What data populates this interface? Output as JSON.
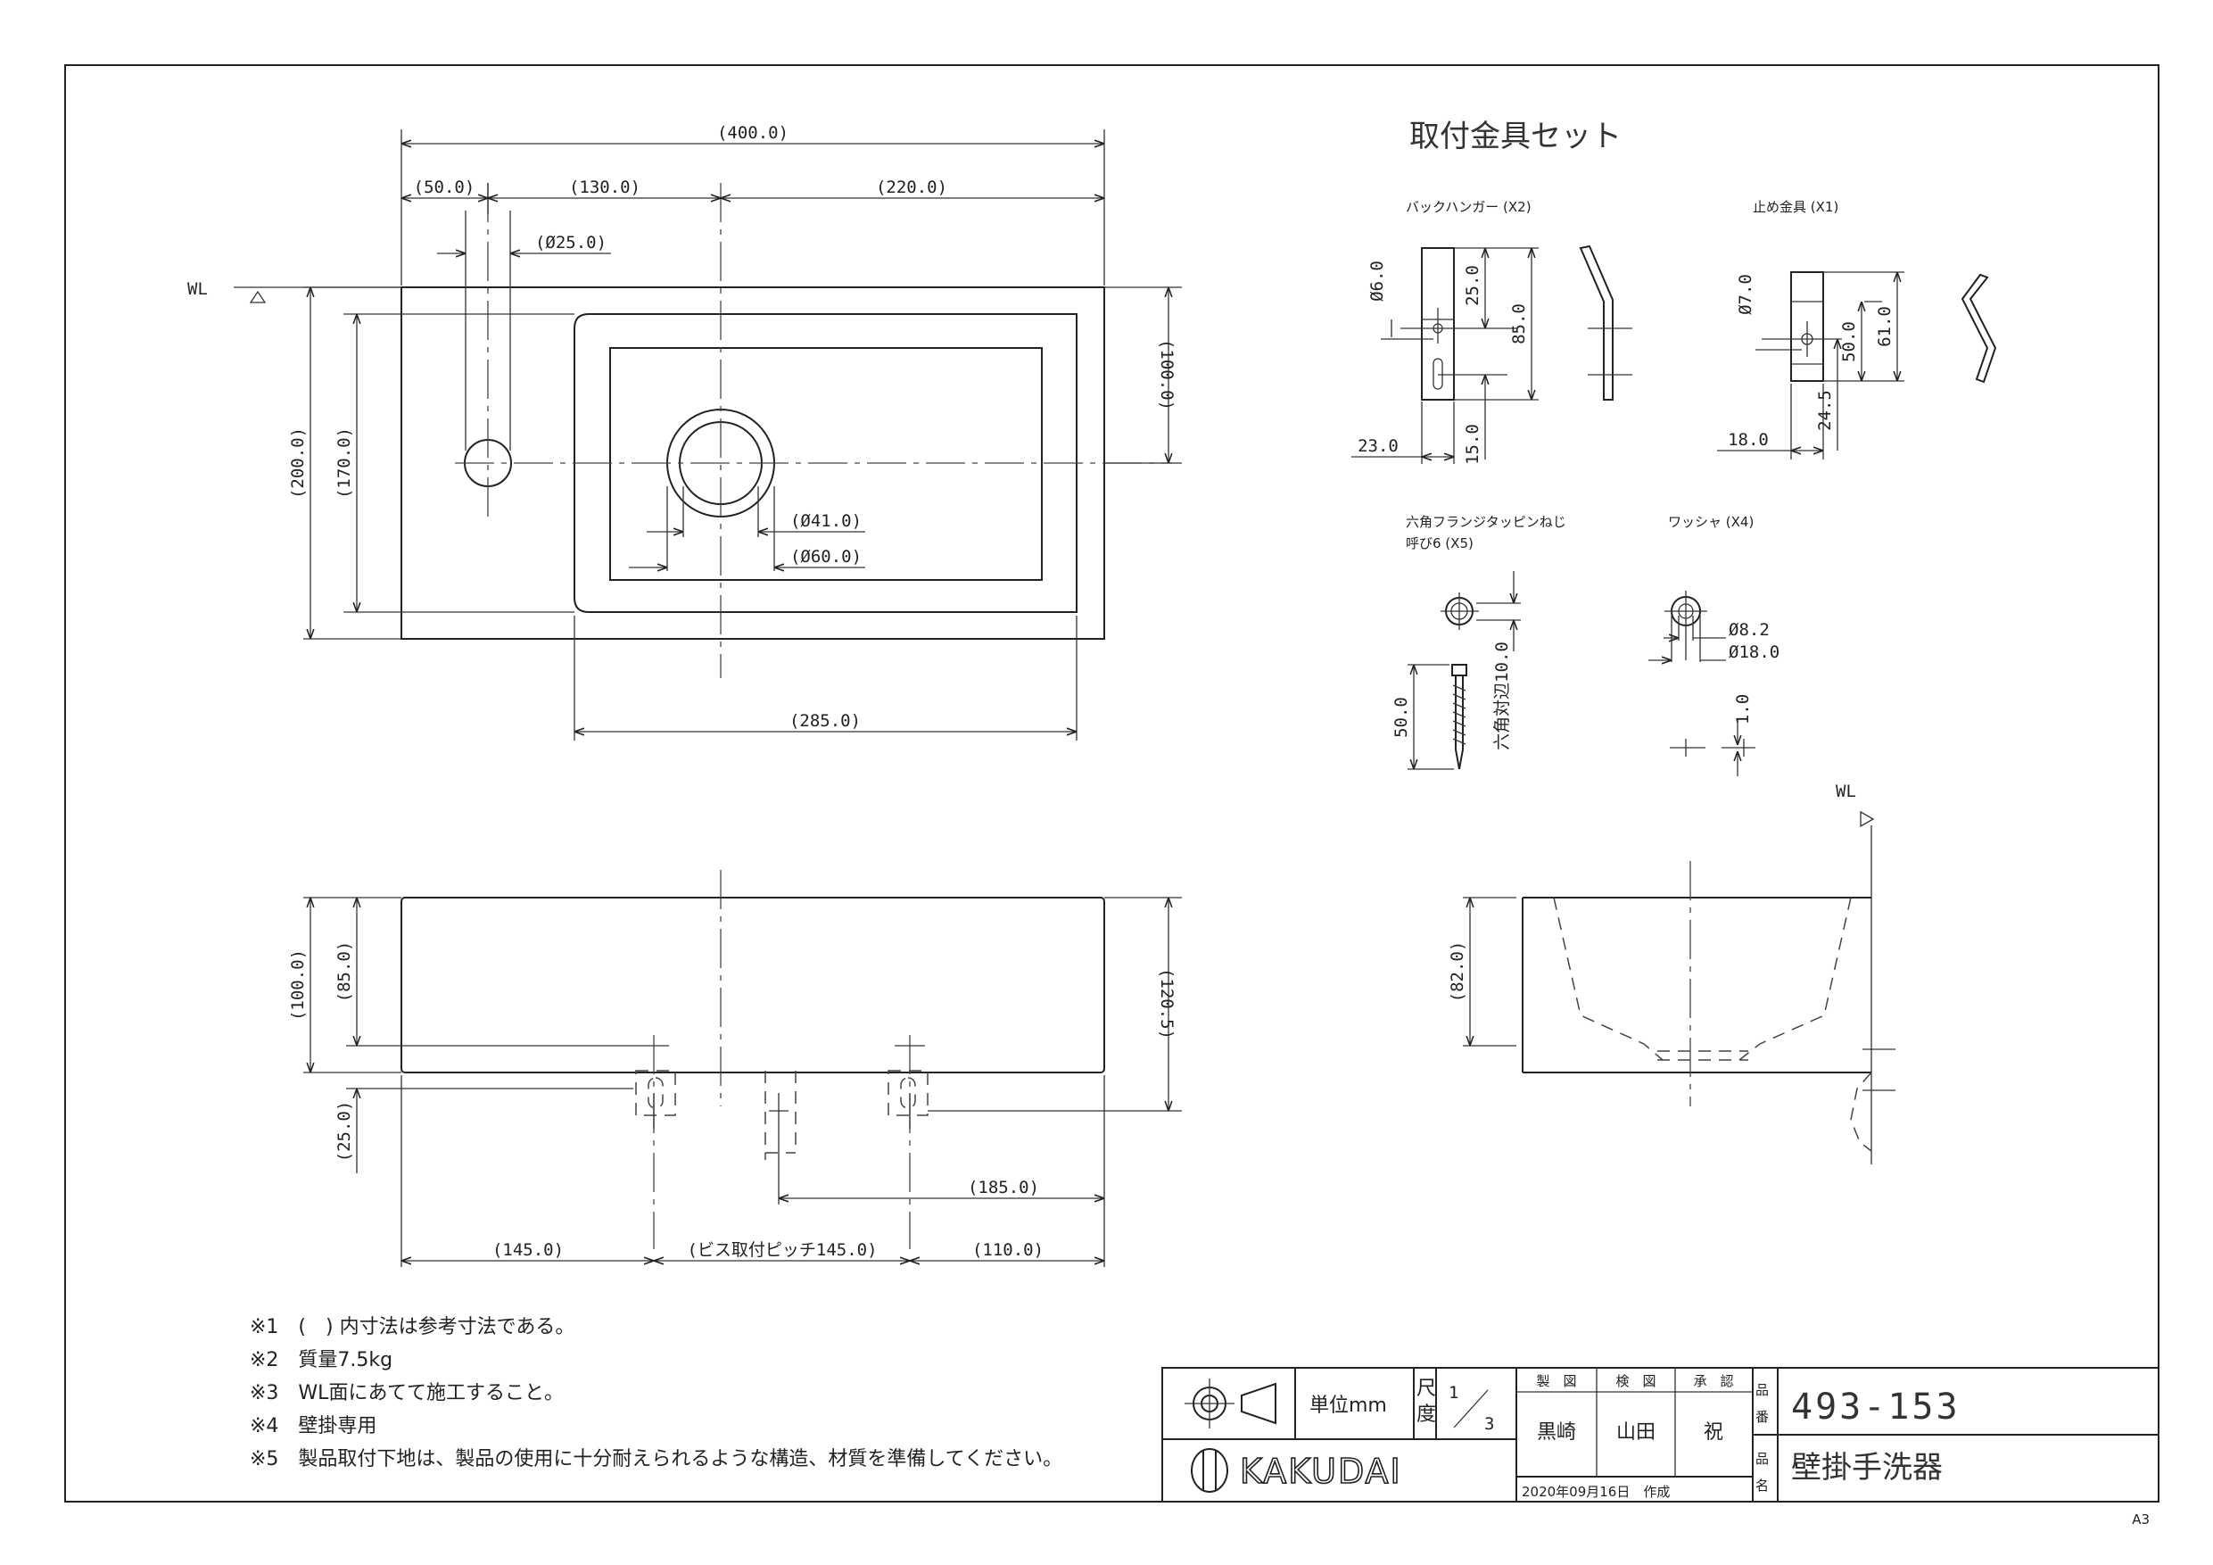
{
  "heading": "取付金具セット",
  "top_view": {
    "dims": [
      "(400.0)",
      "(50.0)",
      "(130.0)",
      "(220.0)",
      "(Ø25.0)",
      "(100.0)",
      "(200.0)",
      "(170.0)",
      "(Ø41.0)",
      "(Ø60.0)",
      "(285.0)"
    ],
    "wl": "WL"
  },
  "front_view": {
    "dims": [
      "(100.0)",
      "(85.0)",
      "(120.5)",
      "(25.0)",
      "(185.0)",
      "(145.0)",
      "(ビス取付ピッチ145.0)",
      "(110.0)"
    ]
  },
  "side_view": {
    "wl": "WL",
    "dims": [
      "(82.0)"
    ]
  },
  "parts": {
    "back_hanger": {
      "label": "バックハンガー (X2)",
      "dims": [
        "Ø6.0",
        "25.0",
        "85.0",
        "23.0",
        "15.0"
      ]
    },
    "stopper": {
      "label": "止め金具 (X1)",
      "dims": [
        "Ø7.0",
        "50.0",
        "61.0",
        "24.5",
        "18.0"
      ]
    },
    "screw": {
      "label1": "六角フランジタッピンねじ",
      "label2": "呼び6 (X5)",
      "dims": [
        "50.0",
        "六角対辺10.0"
      ]
    },
    "washer": {
      "label": "ワッシャ (X4)",
      "dims": [
        "Ø8.2",
        "Ø18.0",
        "1.0"
      ]
    }
  },
  "notes": [
    "※1　(　) 内寸法は参考寸法である。",
    "※2　質量7.5kg",
    "※3　WL面にあてて施工すること。",
    "※4　壁掛専用",
    "※5　製品取付下地は、製品の使用に十分耐えられるような構造、材質を準備してください。"
  ],
  "title_block": {
    "unit_label": "単位mm",
    "scale_label_1": "尺",
    "scale_label_2": "度",
    "scale_num": "1",
    "scale_den": "3",
    "col_draw": "製　図",
    "col_check": "検　図",
    "col_approve": "承　認",
    "drawn_by": "黒崎",
    "checked_by": "山田",
    "approved_by": "祝",
    "hin": "品",
    "ban": "番",
    "mei": "名",
    "part_number": "493-153",
    "product_name": "壁掛手洗器",
    "date": "2020年09月16日　作成",
    "brand": "KAKUDAI"
  },
  "sheet_size": "A3"
}
